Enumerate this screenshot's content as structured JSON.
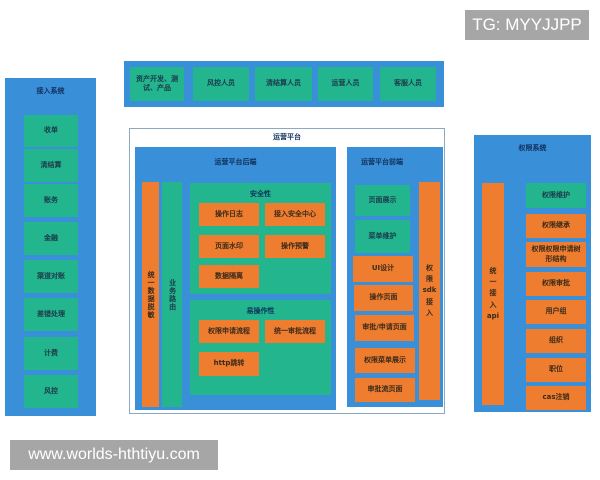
{
  "watermark_top": "TG: MYYJJPP",
  "watermark_bottom": "www.worlds-hthtiyu.com",
  "colors": {
    "container": "#3a8fd9",
    "module": "#22b58e",
    "feature": "#ee7d2f"
  },
  "access_system": {
    "title": "接入系统",
    "items": [
      "收单",
      "清结算",
      "账务",
      "金融",
      "渠道对账",
      "差错处理",
      "计费",
      "风控"
    ]
  },
  "roles": {
    "items": [
      "资产开发、测试、产品",
      "风控人员",
      "清结算人员",
      "运营人员",
      "客服人员"
    ]
  },
  "ops_platform": {
    "title": "运营平台",
    "backend": {
      "title": "运营平台后端",
      "data_masking": "统一数据脱敏",
      "biz_routing": "业务路由",
      "security": {
        "title": "安全性",
        "items": [
          "操作日志",
          "接入安全中心",
          "页面水印",
          "操作预警",
          "数据隔离"
        ]
      },
      "usability": {
        "title": "易操作性",
        "items": [
          "权限申请流程",
          "统一审批流程",
          "http跳转"
        ]
      }
    },
    "frontend": {
      "title": "运营平台前端",
      "modules": [
        "页面展示",
        "菜单维护"
      ],
      "features": [
        "UI设计",
        "操作页面",
        "审批/申请页面",
        "权限菜单展示",
        "审批流页面"
      ],
      "sdk": [
        "权",
        "限",
        "sdk",
        "接",
        "入"
      ]
    }
  },
  "permission_system": {
    "title": "权限系统",
    "api": [
      "统",
      "一",
      "接",
      "入",
      "api"
    ],
    "module": "权限维护",
    "items": [
      "权限继承",
      "权限权限申请树形结构",
      "权限审批",
      "用户组",
      "组织",
      "职位",
      "cas注销"
    ]
  }
}
